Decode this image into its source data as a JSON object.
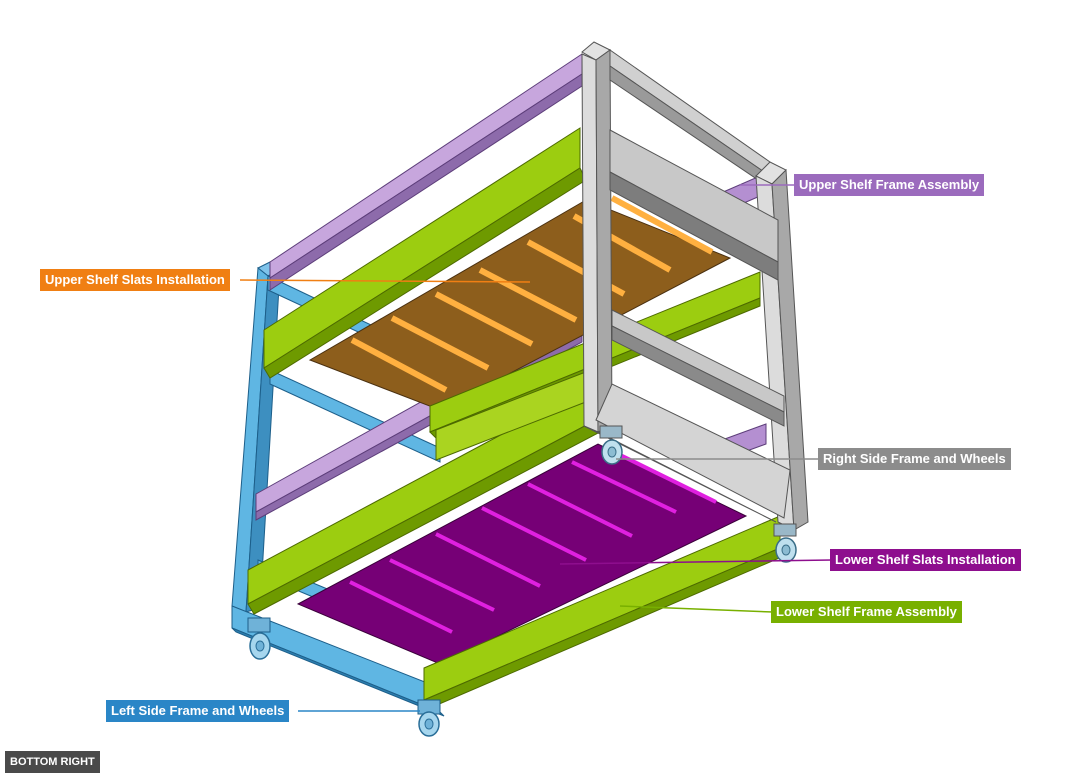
{
  "colors": {
    "upper_frame": "#9b6bbd",
    "upper_slats": "#f07f13",
    "right_side": "#8c8c8c",
    "lower_slats": "#8e0e8e",
    "lower_frame": "#78b000",
    "left_side": "#2a86c7",
    "badge": "#4a4a4a"
  },
  "labels": {
    "upper_frame": "Upper Shelf Frame Assembly",
    "upper_slats": "Upper Shelf Slats Installation",
    "right_side": "Right Side Frame and Wheels",
    "lower_slats": "Lower Shelf Slats Installation",
    "lower_frame": "Lower Shelf Frame Assembly",
    "left_side": "Left Side Frame and Wheels"
  },
  "view": "BOTTOM RIGHT"
}
